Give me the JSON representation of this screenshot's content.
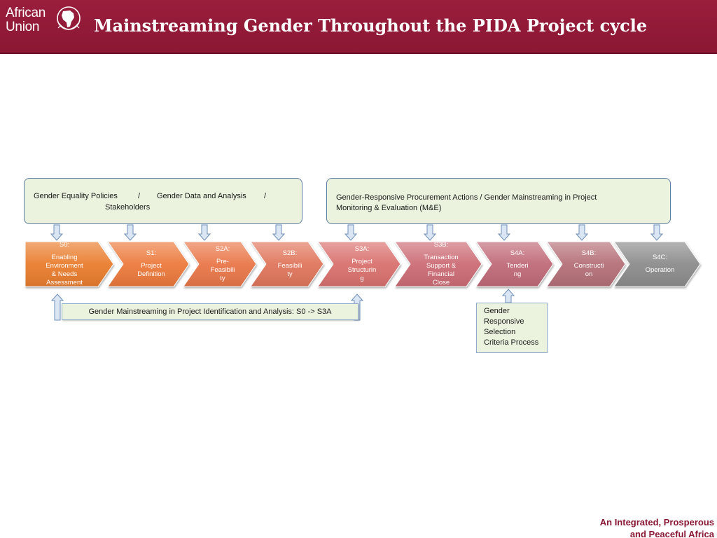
{
  "header": {
    "logo_line1": "African",
    "logo_line2": "Union",
    "title": "Mainstreaming Gender Throughout the PIDA Project cycle"
  },
  "left_group": {
    "line1_a": "Gender Equality Policies",
    "sep1": "/",
    "line1_b": "Gender Data and Analysis",
    "sep2": "/",
    "line2": "Stakeholders"
  },
  "right_group": {
    "line1": "Gender-Responsive Procurement Actions   /  Gender Mainstreaming in Project",
    "line2": "Monitoring & Evaluation (M&E)"
  },
  "stages": [
    {
      "code": "S0:",
      "label": "Enabling\nEnvironment\n& Needs\nAssessment",
      "color": "#e97d2e"
    },
    {
      "code": "S1:",
      "label": "Project\nDefinition",
      "color": "#ec7a3c"
    },
    {
      "code": "S2A:",
      "label": "Pre-\nFeasibili\nty",
      "color": "#e9774a"
    },
    {
      "code": "S2B:",
      "label": "Feasibili\nty",
      "color": "#e0765c"
    },
    {
      "code": "S3A:",
      "label": "Project\nStructurin\ng",
      "color": "#d9716e"
    },
    {
      "code": "S3B:",
      "label": "Transaction\nSupport &\nFinancial\nClose",
      "color": "#cc6c74"
    },
    {
      "code": "S4A:",
      "label": "Tenderi\nng",
      "color": "#c06a78"
    },
    {
      "code": "S4B:",
      "label": "Constructi\non",
      "color": "#b57078"
    },
    {
      "code": "S4C:",
      "label": "Operation",
      "color": "#8c8c8c"
    }
  ],
  "id_box": {
    "text": "Gender Mainstreaming in Project Identification and Analysis: S0 -> S3A"
  },
  "criteria_box": {
    "lines": [
      "Gender",
      "Responsive",
      "Selection",
      "Criteria Process"
    ]
  },
  "tagline": {
    "line1": "An Integrated, Prosperous",
    "line2": "and Peaceful Africa"
  },
  "colors": {
    "header_bg": "#8a1733",
    "box_fill": "#ebf2de",
    "box_border": "#5d7ba3",
    "arrow_fill": "#dbe6f4",
    "arrow_stroke": "#6f8fb8"
  }
}
